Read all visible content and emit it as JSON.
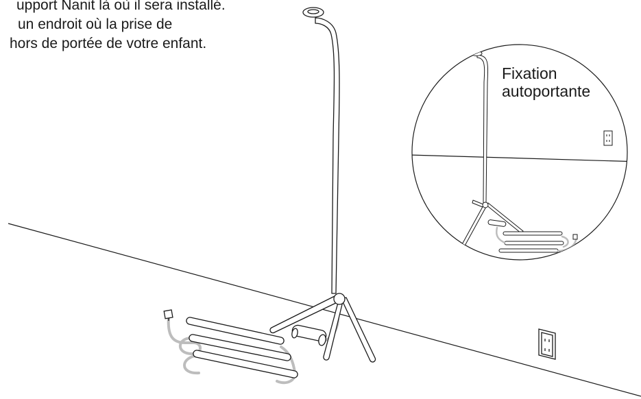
{
  "instruction": {
    "lines": [
      "upport Nanit là où il sera installé.",
      "un endroit où la prise de",
      "hors de portée de votre enfant."
    ]
  },
  "inset": {
    "title_line1": "Fixation",
    "title_line2": "autoportante"
  },
  "colors": {
    "line": "#1a1a1a",
    "cable": "#bdbdbd",
    "background": "#ffffff"
  },
  "icons": {
    "stand": "floor-stand",
    "outlet": "wall-outlet",
    "plug": "usb-plug",
    "rods": "extension-rods"
  }
}
